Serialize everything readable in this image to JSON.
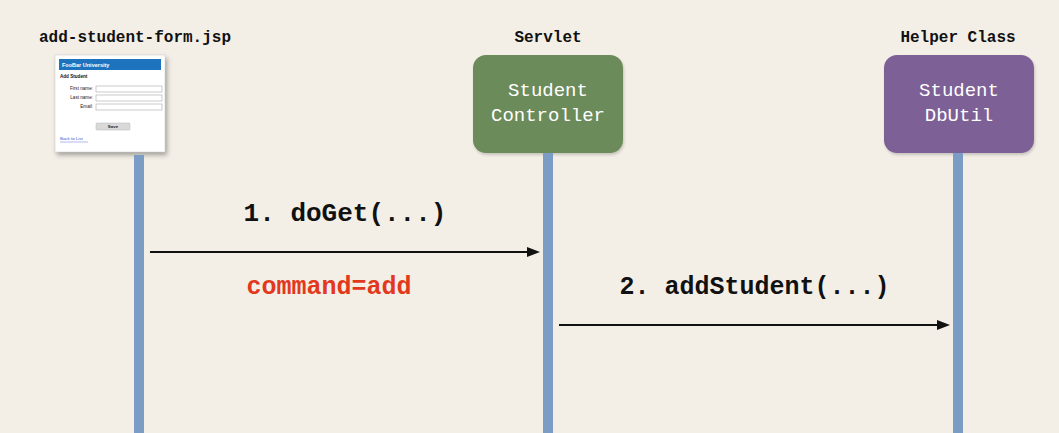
{
  "diagram": {
    "nodes": [
      {
        "text": [
          "add-student-form.jsp"
        ]
      },
      {
        "text": [
          "Servlet",
          "Student Controller"
        ]
      },
      {
        "text": [
          "Helper Class",
          "Student DbUtil"
        ]
      }
    ],
    "edges": [
      {
        "from": 0,
        "to": 1,
        "label": "1. doGet(...)",
        "arrow": "to"
      },
      {
        "from": 1,
        "to": 2,
        "label": "2. addStudent(...)",
        "arrow": "to"
      }
    ],
    "labels": [
      "FooBar University",
      "Add Student",
      "First name:",
      "Last name:",
      "Email:",
      "Save",
      "Back to List",
      "command=add"
    ]
  }
}
